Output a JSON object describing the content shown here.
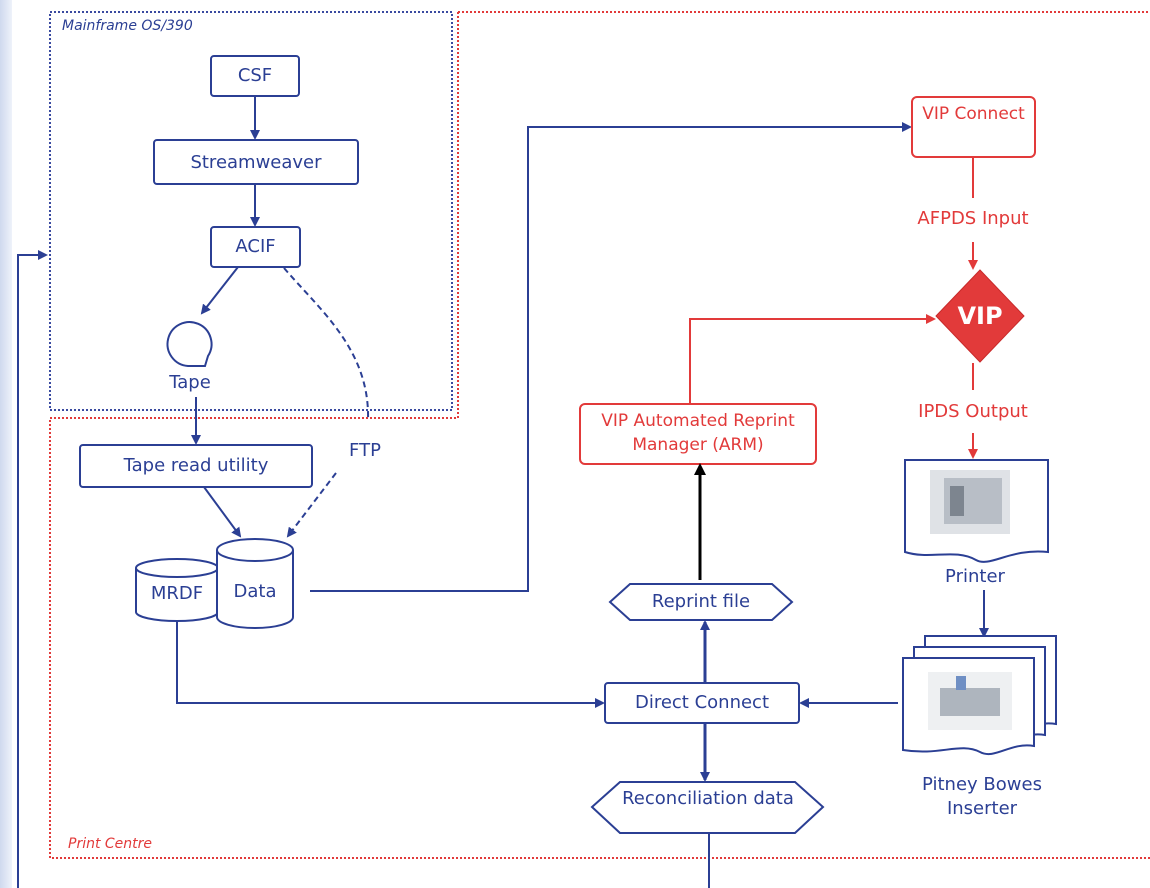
{
  "zones": {
    "mainframe": "Mainframe OS/390",
    "print_centre": "Print Centre"
  },
  "nodes": {
    "csf": "CSF",
    "streamweaver": "Streamweaver",
    "acif": "ACIF",
    "tape": "Tape",
    "tape_read_utility": "Tape read utility",
    "ftp": "FTP",
    "mrdf": "MRDF",
    "data": "Data",
    "vip_connect": "VIP Connect",
    "afpds_input": "AFPDS Input",
    "vip_logo": "VIP",
    "ipds_output": "IPDS Output",
    "arm": "VIP Automated Reprint Manager (ARM)",
    "printer": "Printer",
    "reprint_file": "Reprint file",
    "direct_connect": "Direct Connect",
    "inserter": "Pitney Bowes Inserter",
    "reconciliation": "Reconciliation data"
  },
  "colors": {
    "blue": "#2b3f94",
    "red": "#e23a3a",
    "mainframe_border": "#3a4aa0",
    "print_border": "#e23a3a"
  }
}
